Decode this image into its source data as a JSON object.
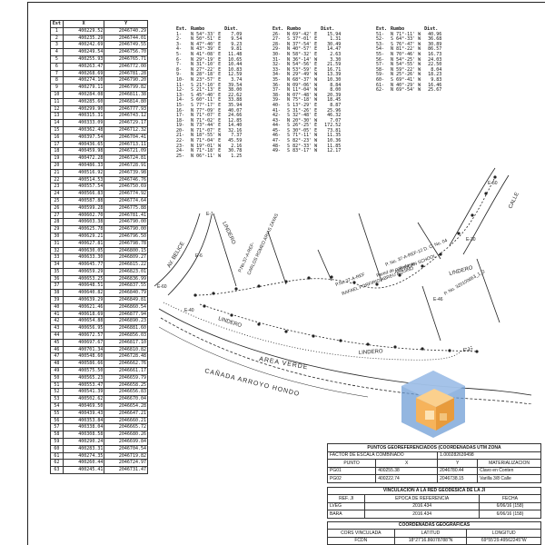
{
  "coord_table": {
    "headers": [
      "Est",
      "X",
      "Y"
    ],
    "rows": [
      [
        "1",
        "400229.52",
        "2046740.29"
      ],
      [
        "2",
        "400235.29",
        "2046744.01"
      ],
      [
        "3",
        "400242.69",
        "2046749.55"
      ],
      [
        "4",
        "400249.54",
        "2046756.70"
      ],
      [
        "5",
        "400255.93",
        "2046765.71"
      ],
      [
        "6",
        "400263.47",
        "2046772.00"
      ],
      [
        "7",
        "400268.69",
        "2046781.28"
      ],
      [
        "8",
        "400274.10",
        "2046790.20"
      ],
      [
        "9",
        "400279.11",
        "2046799.82"
      ],
      [
        "10",
        "400284.08",
        "2046811.38"
      ],
      [
        "11",
        "400285.60",
        "2046814.80"
      ],
      [
        "12",
        "400299.90",
        "2046777.93"
      ],
      [
        "13",
        "400315.31",
        "2046743.12"
      ],
      [
        "14",
        "400333.09",
        "2046729.17"
      ],
      [
        "15",
        "400362.48",
        "2046712.32"
      ],
      [
        "16",
        "400397.54",
        "2046704.41"
      ],
      [
        "17",
        "400436.65",
        "2046713.11"
      ],
      [
        "18",
        "400459.98",
        "2046721.09"
      ],
      [
        "19",
        "400472.28",
        "2046724.81"
      ],
      [
        "20",
        "400486.33",
        "2046728.91"
      ],
      [
        "21",
        "400516.92",
        "2046739.98"
      ],
      [
        "22",
        "400514.53",
        "2046746.76"
      ],
      [
        "23",
        "400557.54",
        "2046750.69"
      ],
      [
        "24",
        "400566.83",
        "2046774.92"
      ],
      [
        "25",
        "400587.88",
        "2046774.64"
      ],
      [
        "26",
        "400599.28",
        "2046775.88"
      ],
      [
        "27",
        "400602.70",
        "2046781.41"
      ],
      [
        "28",
        "400603.38",
        "2046790.00"
      ],
      [
        "29",
        "400625.78",
        "2046790.00"
      ],
      [
        "30",
        "400629.21",
        "2046796.50"
      ],
      [
        "31",
        "400627.81",
        "2046798.78"
      ],
      [
        "32",
        "400630.05",
        "2046800.15"
      ],
      [
        "33",
        "400633.30",
        "2046809.27"
      ],
      [
        "34",
        "400645.77",
        "2046815.22"
      ],
      [
        "35",
        "400659.29",
        "2046823.01"
      ],
      [
        "36",
        "400653.25",
        "2046836.99"
      ],
      [
        "37",
        "400648.51",
        "2046837.55"
      ],
      [
        "38",
        "400640.82",
        "2046840.79"
      ],
      [
        "39",
        "400639.29",
        "2046849.81"
      ],
      [
        "40",
        "400621.46",
        "2046860.54"
      ],
      [
        "41",
        "400618.69",
        "2046877.94"
      ],
      [
        "42",
        "400654.88",
        "2046890.23"
      ],
      [
        "43",
        "400656.95",
        "2046881.60"
      ],
      [
        "44",
        "400672.57",
        "2046856.03"
      ],
      [
        "45",
        "400697.67",
        "2046817.10"
      ],
      [
        "46",
        "400701.34",
        "2046810.82"
      ],
      [
        "47",
        "400548.60",
        "2046728.48"
      ],
      [
        "48",
        "400586.66",
        "2046662.76"
      ],
      [
        "49",
        "400575.50",
        "2046661.17"
      ],
      [
        "50",
        "400565.23",
        "2046659.79"
      ],
      [
        "51",
        "400553.47",
        "2046658.25"
      ],
      [
        "52",
        "400541.39",
        "2046656.83"
      ],
      [
        "53",
        "400502.62",
        "2046670.04"
      ],
      [
        "54",
        "400469.50",
        "2046654.28"
      ],
      [
        "55",
        "400439.43",
        "2046647.21"
      ],
      [
        "56",
        "400353.84",
        "2046660.21"
      ],
      [
        "57",
        "400338.04",
        "2046665.72"
      ],
      [
        "58",
        "400308.58",
        "2046680.26"
      ],
      [
        "59",
        "400290.24",
        "2046699.84"
      ],
      [
        "60",
        "400283.31",
        "2046704.54"
      ],
      [
        "61",
        "400274.35",
        "2046719.82"
      ],
      [
        "62",
        "400260.44",
        "2046724.97"
      ],
      [
        "63",
        "400245.41",
        "2046731.47"
      ]
    ]
  },
  "bearing_header": [
    "Est.",
    "Rumbo",
    "Dist."
  ],
  "bearing_table_1": [
    [
      "1-",
      "N 54°-33' E",
      "7.09"
    ],
    [
      "2-",
      "N 50°-51' E",
      "9.54"
    ],
    [
      "3-",
      "N 47°-40' E",
      "9.23"
    ],
    [
      "4-",
      "N 43°-39' E",
      "9.81"
    ],
    [
      "5-",
      "N 41°-08' E",
      "11.48"
    ],
    [
      "6-",
      "N 29°-19' E",
      "10.65"
    ],
    [
      "7-",
      "N 31°-10' E",
      "10.44"
    ],
    [
      "8-",
      "N 27°-22' E",
      "10.83"
    ],
    [
      "9-",
      "N 28°-18' E",
      "12.59"
    ],
    [
      "10-",
      "N 23°-57' E",
      "3.74"
    ],
    [
      "11-",
      "S 21°-10' E",
      "39.54"
    ],
    [
      "12-",
      "S 21°-13' E",
      "38.00"
    ],
    [
      "13-",
      "S 45°-40' E",
      "22.62"
    ],
    [
      "14-",
      "S 60°-11' E",
      "33.88"
    ],
    [
      "15-",
      "S 77°-17' E",
      "35.94"
    ],
    [
      "16-",
      "N 77°-09' E",
      "40.07"
    ],
    [
      "17-",
      "N 71°-07' E",
      "24.66"
    ],
    [
      "18-",
      "N 71°-02' E",
      "12.85"
    ],
    [
      "19-",
      "N 73°-44' E",
      "14.40"
    ],
    [
      "20-",
      "N 71°-07' E",
      "32.16"
    ],
    [
      "21-",
      "N 18°-55' W",
      "7.37"
    ],
    [
      "22-",
      "N 71°-04' E",
      "45.59"
    ],
    [
      "23-",
      "N 19°-01' W",
      "2.16"
    ],
    [
      "24-",
      "N 71°-18' E",
      "30.78"
    ],
    [
      "25-",
      "N 06°-11' W",
      "1.25"
    ]
  ],
  "bearing_table_2": [
    [
      "26-",
      "N 69°-42' E",
      "15.94"
    ],
    [
      "27-",
      "S 37°-01' E",
      "1.31"
    ],
    [
      "28-",
      "N 37°-54' E",
      "30.49"
    ],
    [
      "29-",
      "N 40°-57' E",
      "14.47"
    ],
    [
      "30-",
      "N 58°-32' E",
      "2.63"
    ],
    [
      "31-",
      "N 36°-14' W",
      "3.30"
    ],
    [
      "32-",
      "N 54°-56' E",
      "21.59"
    ],
    [
      "33-",
      "N 53°-59' E",
      "16.71"
    ],
    [
      "34-",
      "N 29°-49' W",
      "13.39"
    ],
    [
      "35-",
      "N 68°-37' W",
      "10.30"
    ],
    [
      "36-",
      "N 09°-06' W",
      "8.84"
    ],
    [
      "37-",
      "N 11°-04' W",
      "8.00"
    ],
    [
      "38-",
      "N 07°-48' W",
      "20.39"
    ],
    [
      "39-",
      "N 75°-18' W",
      "18.45"
    ],
    [
      "40-",
      "S 13°-29' E",
      "8.87"
    ],
    [
      "41-",
      "S 31°-26' E",
      "25.96"
    ],
    [
      "42-",
      "S 32°-48' E",
      "46.32"
    ],
    [
      "43-",
      "N 20°-30' W",
      "7.07"
    ],
    [
      "44-",
      "S 26°-25' E",
      "172.52"
    ],
    [
      "45-",
      "S 30°-05' E",
      "73.81"
    ],
    [
      "46-",
      "S 71°-11' W",
      "11.35"
    ],
    [
      "47-",
      "S 82°-23' W",
      "10.36"
    ],
    [
      "48-",
      "S 82°-33' W",
      "11.85"
    ],
    [
      "49-",
      "S 83°-17' W",
      "12.17"
    ]
  ],
  "bearing_table_3": [
    [
      "51-",
      "N 71°-11' W",
      "40.96"
    ],
    [
      "52-",
      "S 64°-33' W",
      "36.68"
    ],
    [
      "53-",
      "S 76°-47' W",
      "30.89"
    ],
    [
      "54-",
      "N 81°-22' W",
      "86.57"
    ],
    [
      "55-",
      "N 70°-46' W",
      "16.73"
    ],
    [
      "56-",
      "N 54°-25' W",
      "24.03"
    ],
    [
      "57-",
      "N 54°-55' W",
      "22.50"
    ],
    [
      "58-",
      "N 59°-22' W",
      "8.04"
    ],
    [
      "59-",
      "N 25°-26' W",
      "18.23"
    ],
    [
      "60-",
      "S 69°-41' W",
      "9.83"
    ],
    [
      "61-",
      "N 40°-29' W",
      "16.46"
    ],
    [
      "62-",
      "N 69°-54' W",
      "25.67"
    ]
  ],
  "map_labels": {
    "av_belice": "AV. BELICE",
    "canada": "CAÑADA ARROYO HONDO",
    "area_verde": "AREA VERDE",
    "lindero": "LINDERO",
    "owner1": "CARLOS ROMEO ARIAS ZAYAS",
    "owner1_ref": "P.No.37-A-REF-",
    "owner2": "RAFAEL PORFIRIO ABREU AQUINO",
    "owner2_ref": "P.No.37-A-REF",
    "owner3": "AMERICAN SCHOOL",
    "owner3_ref": "P. No. 37-A-REF-12 D. C. No. 04",
    "pared": "Pared de colindante",
    "parcel": "P. No. 320100663_1_2",
    "calle": "CALLE",
    "marks": [
      "E-1",
      "E-6",
      "E-40",
      "E-60",
      "E-30",
      "E-46",
      "E-47",
      "E-50"
    ]
  },
  "georef": {
    "title": "PUNTOS GEOREFERENCIADOS (COORDENADAS UTM ZONA",
    "factor_label": "FACTOR DE ESCALA COMBINADO",
    "factor_value": "1.000282639498",
    "cols": [
      "PUNTO",
      "X",
      "Y",
      "MATERIALIZACION"
    ],
    "rows": [
      [
        "PG01",
        "400255.38",
        "2046780.44",
        "Clavo en Conten"
      ],
      [
        "PG02",
        "400222.74",
        "2046738.15",
        "Varilla 3/8 Calle"
      ]
    ]
  },
  "vinculacion": {
    "title": "VINCULACION A LA RED GEODESICA DE LA JI",
    "cols": [
      "REF. JI",
      "EPOCA DE REFERENCIA",
      "FECHA"
    ],
    "rows": [
      [
        "LVEG",
        "2016.434",
        "6/06/16 (158)"
      ],
      [
        "BARA",
        "2016.434",
        "6/06/16 (158)"
      ]
    ]
  },
  "geograficas": {
    "title": "COORDENADAS GEOGRAFICAS",
    "cols": [
      "CORS VINCULADA",
      "LATITUD",
      "LONGITUD"
    ],
    "rows": [
      [
        "FCDN",
        "18°27'16.86078788\"N",
        "69°55'29.49562245\"W"
      ]
    ]
  }
}
